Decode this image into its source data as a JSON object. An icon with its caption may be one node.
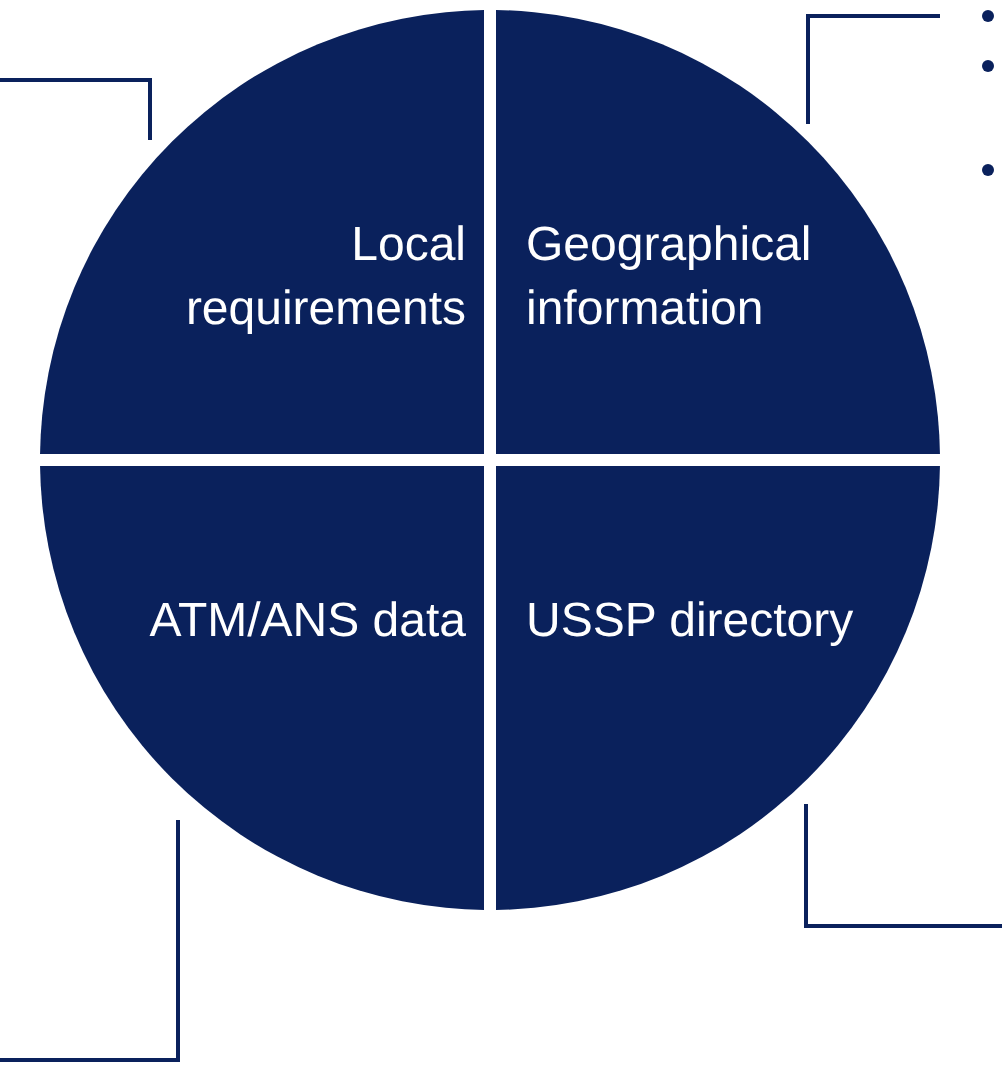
{
  "diagram": {
    "nodes": [
      {
        "text": [
          "Local requirements"
        ]
      },
      {
        "text": [
          "Geographical information"
        ]
      },
      {
        "text": [
          "ATM/ANS data"
        ]
      },
      {
        "text": [
          "USSP directory"
        ]
      }
    ],
    "edges": [
      {
        "from": 0,
        "to": null,
        "arrow": "none"
      },
      {
        "from": 1,
        "to": null,
        "arrow": "none"
      },
      {
        "from": 2,
        "to": null,
        "arrow": "none"
      },
      {
        "from": 3,
        "to": null,
        "arrow": "none"
      }
    ]
  }
}
